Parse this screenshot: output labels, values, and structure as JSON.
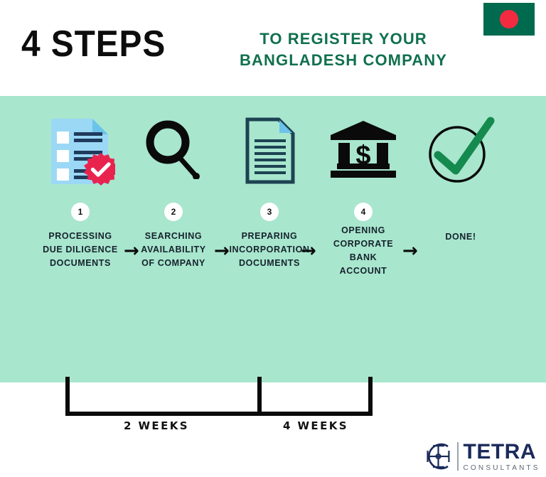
{
  "header": {
    "title_main": "4 STEPS",
    "subtitle_line1": "TO REGISTER YOUR",
    "subtitle_line2": "BANGLADESH COMPANY",
    "flag_icon": "bangladesh-flag",
    "flag_green": "#006a4e",
    "flag_red": "#f42a41"
  },
  "theme": {
    "band_background": "#a8e6ce",
    "page_background": "#ffffff",
    "subtitle_color": "#10704e",
    "caption_color": "#16222b",
    "accent_red": "#e8244e",
    "accent_blue": "#9bd8f5",
    "accent_navy": "#1f3b5c",
    "check_green": "#158a4e"
  },
  "steps": [
    {
      "number": "1",
      "icon": "checklist-document-icon",
      "caption_lines": [
        "PROCESSING",
        "DUE DILIGENCE",
        "DOCUMENTS"
      ]
    },
    {
      "number": "2",
      "icon": "magnifying-glass-icon",
      "caption_lines": [
        "SEARCHING",
        "AVAILABILITY",
        "OF COMPANY"
      ]
    },
    {
      "number": "3",
      "icon": "document-lines-icon",
      "caption_lines": [
        "PREPARING",
        "INCORPORATION",
        "DOCUMENTS"
      ]
    },
    {
      "number": "4",
      "icon": "bank-building-icon",
      "caption_lines": [
        "OPENING",
        "CORPORATE",
        "BANK",
        "ACCOUNT"
      ]
    },
    {
      "number": "",
      "icon": "check-circle-icon",
      "caption_lines": [
        "DONE!"
      ]
    }
  ],
  "arrows": {
    "glyph": "→",
    "count": 4,
    "icon": "arrow-right-icon"
  },
  "timeline": {
    "segments": [
      {
        "label": "2 WEEKS"
      },
      {
        "label": "4 WEEKS"
      }
    ]
  },
  "logo": {
    "mark_icon": "tetra-c-cross-emblem",
    "brand": "TETRA",
    "tagline": "CONSULTANTS"
  }
}
